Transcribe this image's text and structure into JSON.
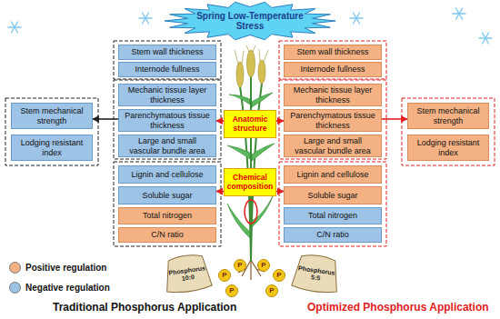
{
  "diagram": {
    "nodes": [
      {
        "text": [
          "Spring Low-Temperature Stress"
        ]
      },
      {
        "text": [
          "Stem mechanical strength"
        ]
      },
      {
        "text": [
          "Lodging resistant index"
        ]
      },
      {
        "text": [
          "Stem wall thickness"
        ]
      },
      {
        "text": [
          "Internode fullness"
        ]
      },
      {
        "text": [
          "Mechanic tissue layer thickness"
        ]
      },
      {
        "text": [
          "Parenchymatous tissue thickness"
        ]
      },
      {
        "text": [
          "Large and small vascular bundle area"
        ]
      },
      {
        "text": [
          "Lignin and cellulose"
        ]
      },
      {
        "text": [
          "Soluble sugar"
        ]
      },
      {
        "text": [
          "Total nitrogen"
        ]
      },
      {
        "text": [
          "C/N ratio"
        ]
      },
      {
        "text": [
          "Anatomic structure"
        ]
      },
      {
        "text": [
          "Chemical composition"
        ]
      },
      {
        "text": [
          "Stem wall thickness"
        ]
      },
      {
        "text": [
          "Internode fullness"
        ]
      },
      {
        "text": [
          "Mechanic tissue layer thickness"
        ]
      },
      {
        "text": [
          "Parenchymatous tissue thickness"
        ]
      },
      {
        "text": [
          "Large and small vascular bundle area"
        ]
      },
      {
        "text": [
          "Lignin and cellulose"
        ]
      },
      {
        "text": [
          "Soluble sugar"
        ]
      },
      {
        "text": [
          "Total nitrogen"
        ]
      },
      {
        "text": [
          "C/N ratio"
        ]
      },
      {
        "text": [
          "Stem mechanical strength"
        ]
      },
      {
        "text": [
          "Lodging resistant index"
        ]
      },
      {
        "text": [
          "Phosphorus 10:0"
        ]
      },
      {
        "text": [
          "Phosphorus 5:5"
        ]
      },
      {
        "text": [
          "P"
        ]
      },
      {
        "text": [
          "P"
        ]
      },
      {
        "text": [
          "P"
        ]
      },
      {
        "text": [
          "P"
        ]
      },
      {
        "text": [
          "P"
        ]
      },
      {
        "text": [
          "P"
        ]
      }
    ],
    "edges": [
      {
        "from": 12,
        "to": 6,
        "arrow": "to"
      },
      {
        "from": 12,
        "to": 17,
        "arrow": "to"
      },
      {
        "from": 13,
        "to": 9,
        "arrow": "to"
      },
      {
        "from": 13,
        "to": 20,
        "arrow": "to"
      },
      {
        "from": 6,
        "to": 1,
        "arrow": "to"
      },
      {
        "from": 17,
        "to": 23,
        "arrow": "to"
      }
    ],
    "labels": [
      "Traditional Phosphorus Application",
      "Optimized Phosphorus Application"
    ],
    "legend": [
      {
        "text": "Positive regulation",
        "color": "#F4B183"
      },
      {
        "text": "Negative regulation",
        "color": "#9DC3E6"
      }
    ]
  }
}
